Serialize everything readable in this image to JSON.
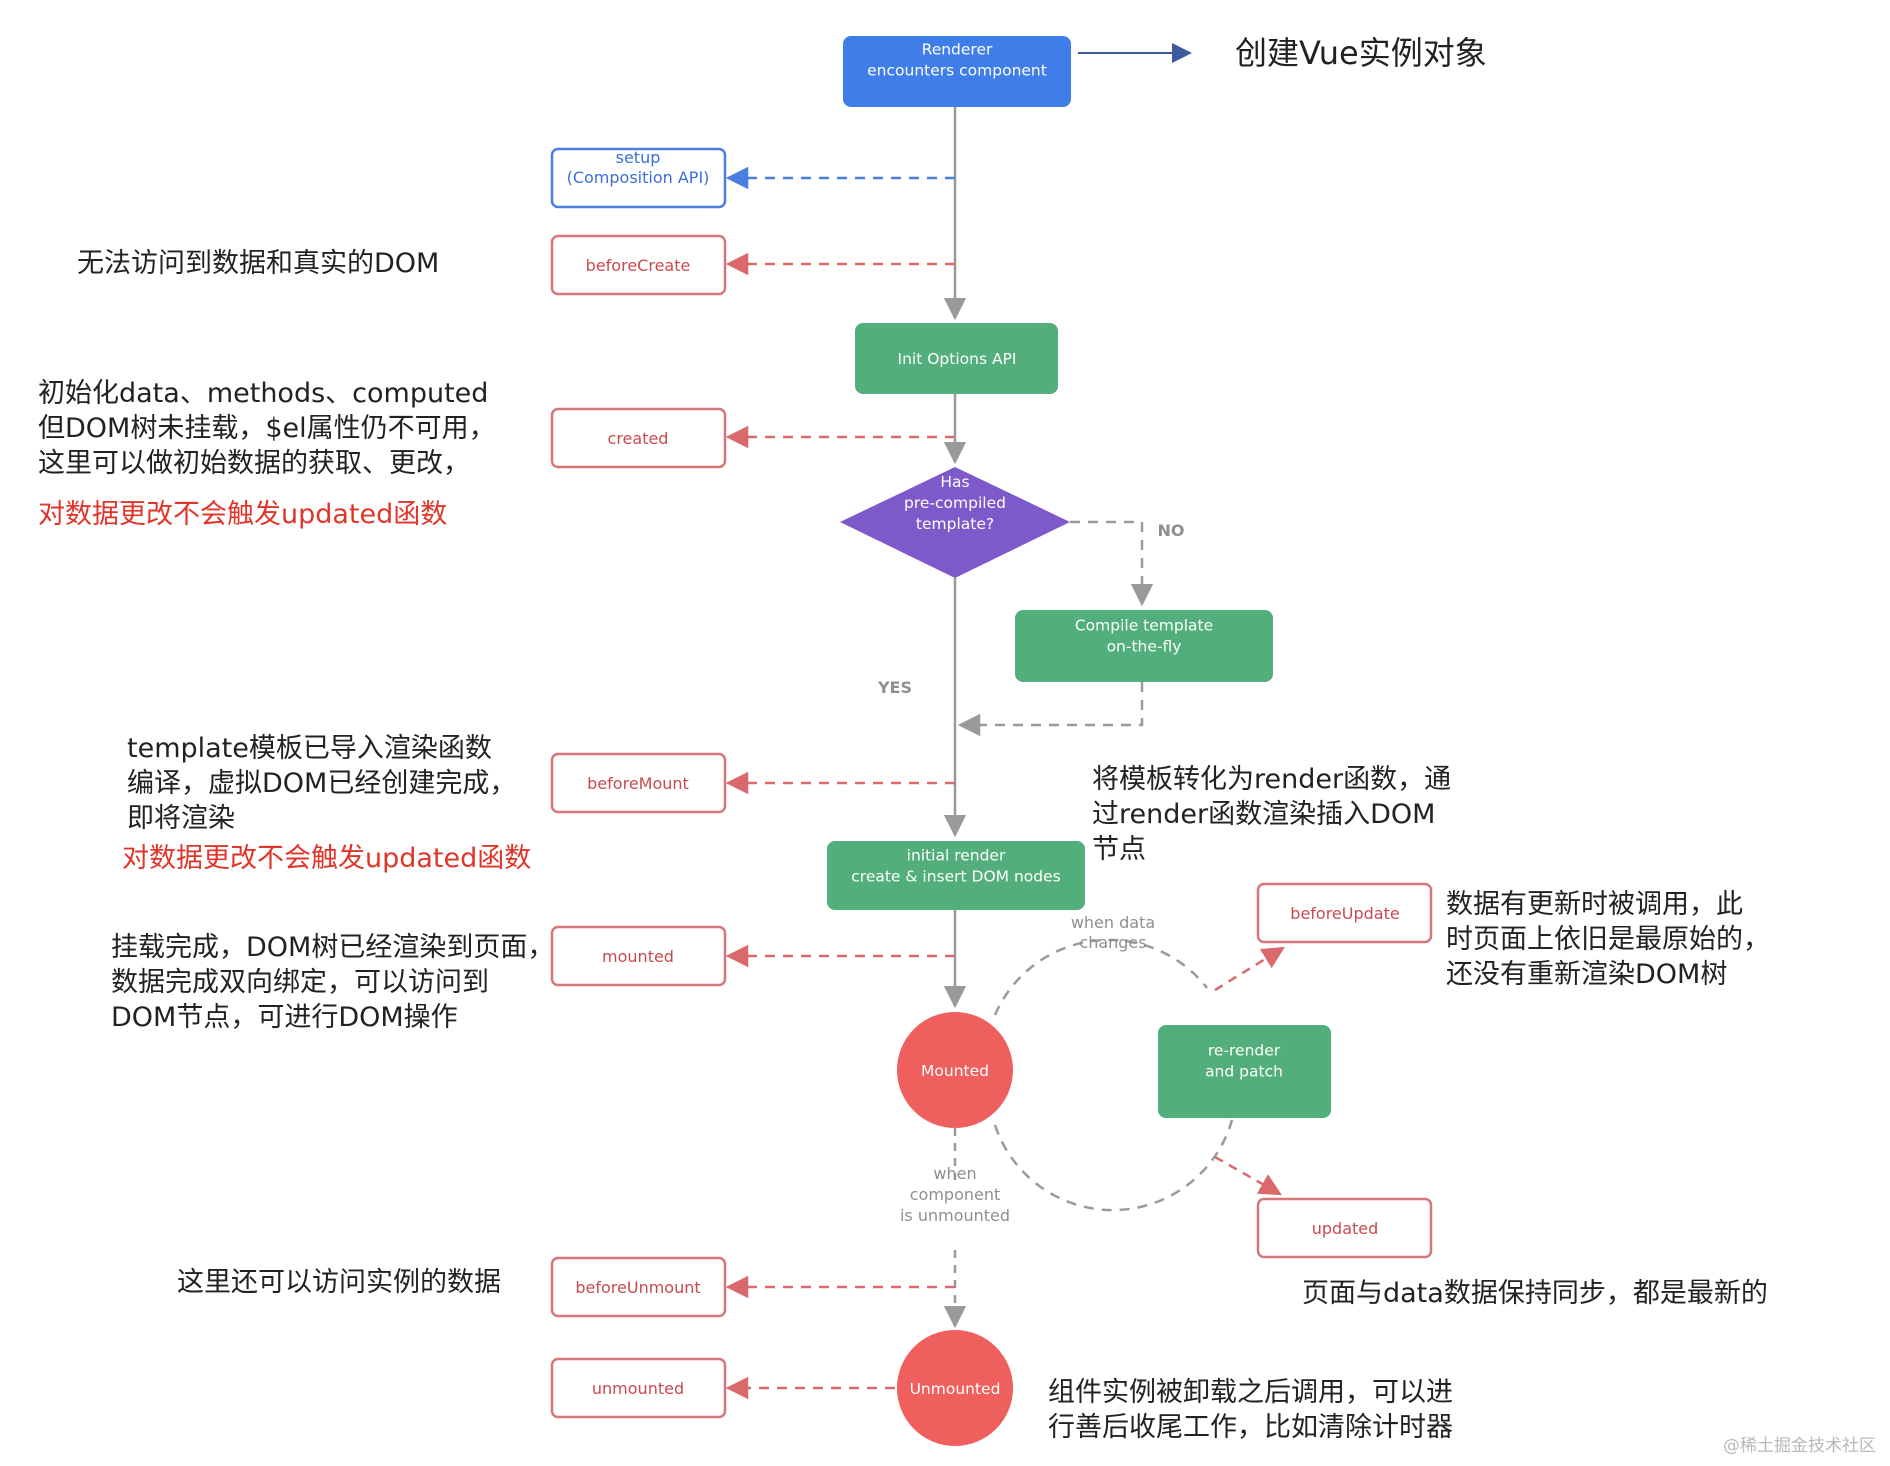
{
  "diagram": {
    "nodes": {
      "renderer": {
        "lines": [
          "Renderer",
          "encounters component"
        ]
      },
      "init_options": {
        "lines": [
          "Init Options API"
        ]
      },
      "has_template": {
        "lines": [
          "Has",
          "pre-compiled",
          "template?"
        ]
      },
      "compile_template": {
        "lines": [
          "Compile template",
          "on-the-fly"
        ]
      },
      "initial_render": {
        "lines": [
          "initial render",
          "create & insert DOM nodes"
        ]
      },
      "mounted_state": {
        "lines": [
          "Mounted"
        ]
      },
      "rerender": {
        "lines": [
          "re-render",
          "and patch"
        ]
      },
      "unmounted_state": {
        "lines": [
          "Unmounted"
        ]
      }
    },
    "hooks": {
      "setup": {
        "lines": [
          "setup",
          "(Composition API)"
        ]
      },
      "before_create": {
        "lines": [
          "beforeCreate"
        ]
      },
      "created": {
        "lines": [
          "created"
        ]
      },
      "before_mount": {
        "lines": [
          "beforeMount"
        ]
      },
      "mounted": {
        "lines": [
          "mounted"
        ]
      },
      "before_update": {
        "lines": [
          "beforeUpdate"
        ]
      },
      "updated": {
        "lines": [
          "updated"
        ]
      },
      "before_unmount": {
        "lines": [
          "beforeUnmount"
        ]
      },
      "unmounted": {
        "lines": [
          "unmounted"
        ]
      }
    },
    "edge_labels": {
      "no": "NO",
      "yes": "YES",
      "when_data_changes": [
        "when data",
        "changes"
      ],
      "when_unmounted": [
        "when",
        "component",
        "is unmounted"
      ]
    },
    "colors": {
      "blue": "#3f7de8",
      "green": "#52ae7b",
      "purple": "#7e59c9",
      "red": "#ee5f5d",
      "hook_border": "#d5777a",
      "hook_text": "#c94a4d",
      "setup_border": "#4a7fe0",
      "setup_text": "#3e6fd8",
      "grey_line": "#9a9a9a",
      "red_dash": "#d9696b",
      "blue_dash": "#4a7fe0",
      "note_red": "#e2352a"
    }
  },
  "annotations": {
    "renderer_note": [
      "创建Vue实例对象"
    ],
    "before_create_note": [
      "无法访问到数据和真实的DOM"
    ],
    "created_note": [
      "初始化data、methods、computed",
      "但DOM树未挂载，$el属性仍不可用，",
      "这里可以做初始数据的获取、更改，"
    ],
    "created_warning": "对数据更改不会触发updated函数",
    "before_mount_note": [
      "template模板已导入渲染函数",
      "编译，虚拟DOM已经创建完成，",
      "即将渲染"
    ],
    "before_mount_warning": "对数据更改不会触发updated函数",
    "render_note": [
      "将模板转化为render函数，通",
      "过render函数渲染插入DOM",
      "节点"
    ],
    "before_update_note": [
      "数据有更新时被调用，此",
      "时页面上依旧是最原始的，",
      "还没有重新渲染DOM树"
    ],
    "mounted_note": [
      "挂载完成，DOM树已经渲染到页面，",
      "数据完成双向绑定，可以访问到",
      "DOM节点，可进行DOM操作"
    ],
    "updated_note": [
      "页面与data数据保持同步，都是最新的"
    ],
    "before_unmount_note": [
      "这里还可以访问实例的数据"
    ],
    "unmounted_note": [
      "组件实例被卸载之后调用，可以进",
      "行善后收尾工作，比如清除计时器"
    ]
  },
  "watermark": "@稀土掘金技术社区"
}
